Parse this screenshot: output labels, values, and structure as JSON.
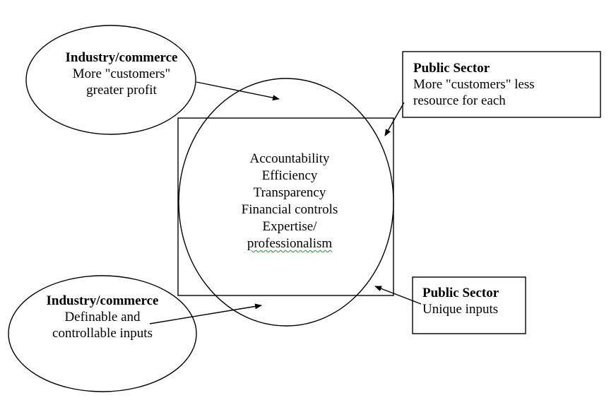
{
  "industry_top": {
    "title": "Industry/commerce",
    "line1": "More \"customers\"",
    "line2": "greater profit"
  },
  "public_top": {
    "title": "Public Sector",
    "line1": "More \"customers\" less",
    "line2": "resource for each"
  },
  "center": [
    "Accountability",
    "Efficiency",
    "Transparency",
    "Financial controls",
    "Expertise/",
    "professionalism"
  ],
  "industry_bottom": {
    "title": "Industry/commerce",
    "line1": "Definable and",
    "line2": "controllable inputs"
  },
  "public_bottom": {
    "title": "Public Sector",
    "line1": "Unique inputs"
  }
}
